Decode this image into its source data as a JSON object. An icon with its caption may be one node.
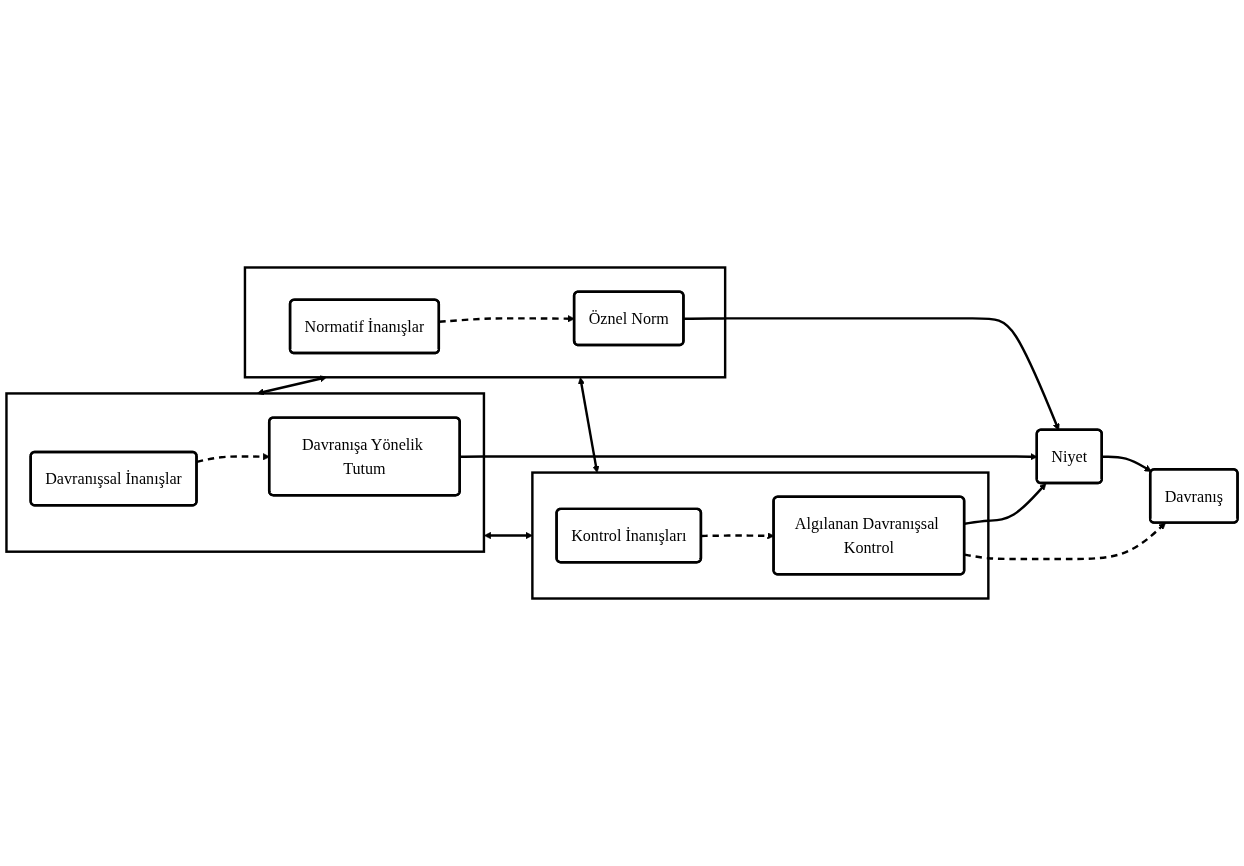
{
  "diagram": {
    "nodes": [
      {
        "text": [],
        "shape": "box"
      },
      {
        "text": [
          "Davranışsal İnanışlar"
        ],
        "in": 0
      },
      {
        "text": [
          "Davranışa Yönelik Tutum"
        ],
        "in": 0
      },
      {
        "text": [],
        "shape": "box"
      },
      {
        "text": [
          "Normatif İnanışlar"
        ],
        "in": 3
      },
      {
        "text": [
          "Öznel Norm"
        ],
        "in": 3
      },
      {
        "text": [],
        "shape": "box"
      },
      {
        "text": [
          "Kontrol İnanışları"
        ],
        "in": 6
      },
      {
        "text": [
          "Algılanan Davranışsal Kontrol"
        ],
        "in": 6
      },
      {
        "text": [
          "Niyet"
        ]
      },
      {
        "text": [
          "Davranış"
        ]
      }
    ],
    "edges": [
      {
        "from": 1,
        "to": 2,
        "arrow": "to",
        "style": "dashed"
      },
      {
        "from": 4,
        "to": 5,
        "arrow": "to",
        "style": "dashed"
      },
      {
        "from": 7,
        "to": 8,
        "arrow": "to",
        "style": "dashed"
      },
      {
        "from": 0,
        "to": 3,
        "arrow": "both"
      },
      {
        "from": 3,
        "to": 6,
        "arrow": "both"
      },
      {
        "from": 0,
        "to": 6,
        "arrow": "both"
      },
      {
        "from": 2,
        "to": 9,
        "arrow": "to"
      },
      {
        "from": 5,
        "to": 9,
        "arrow": "to"
      },
      {
        "from": 8,
        "to": 9,
        "arrow": "to"
      },
      {
        "from": 9,
        "to": 10,
        "arrow": "to"
      },
      {
        "from": 8,
        "to": 10,
        "arrow": "to",
        "style": "dashed"
      }
    ]
  }
}
